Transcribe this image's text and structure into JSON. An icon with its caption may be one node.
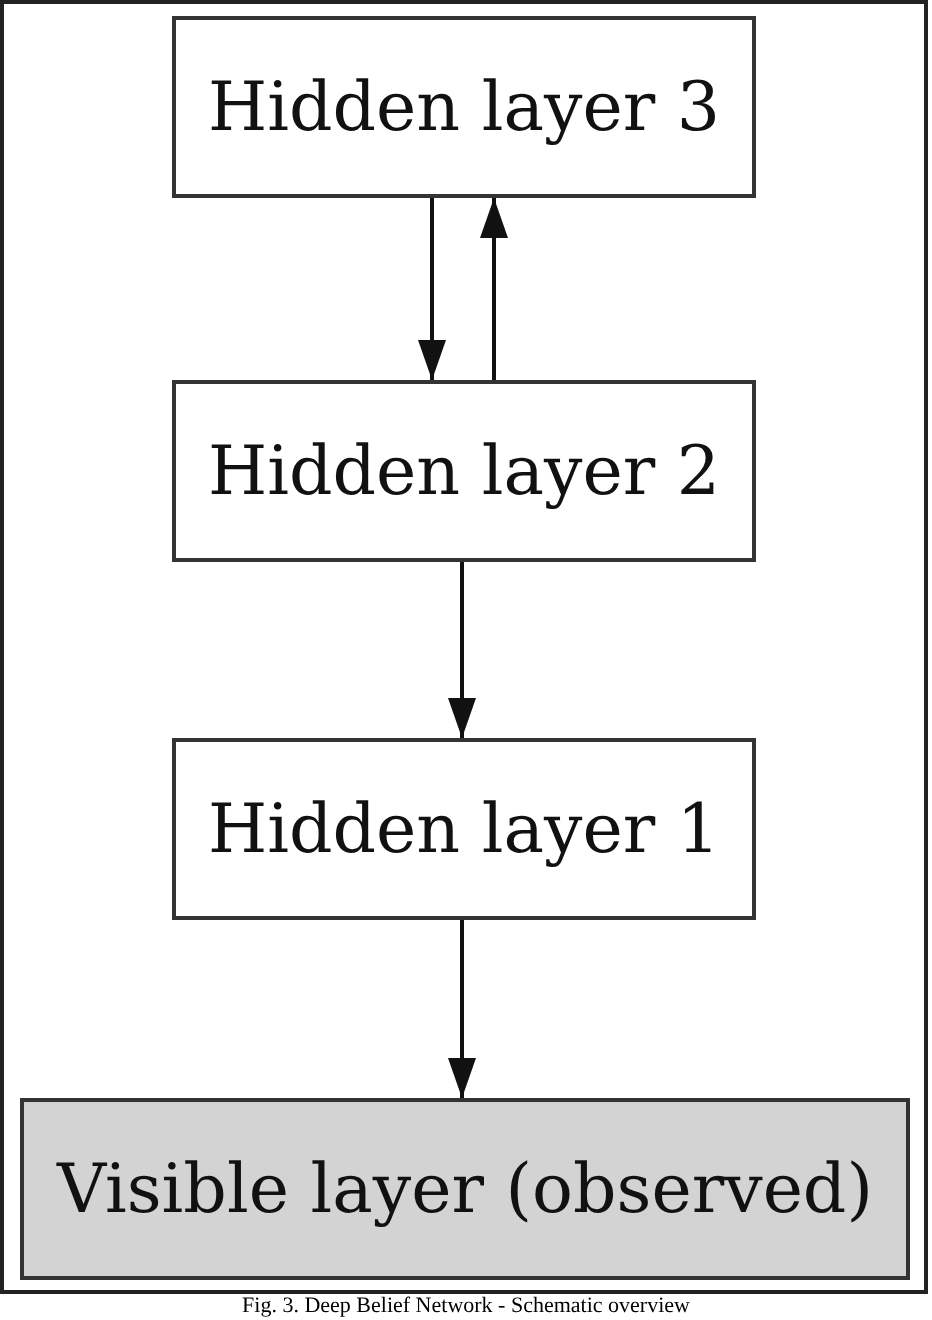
{
  "diagram": {
    "caption": "Fig. 3. Deep Belief Network - Schematic overview",
    "nodes": [
      {
        "text": [
          "Hidden layer 3"
        ]
      },
      {
        "text": [
          "Hidden layer 2"
        ]
      },
      {
        "text": [
          "Hidden layer 1"
        ]
      },
      {
        "text": [
          "Visible layer (observed)"
        ]
      }
    ],
    "edges": [
      {
        "from": 0,
        "to": 1,
        "arrow": "to"
      },
      {
        "from": 1,
        "to": 0,
        "arrow": "to"
      },
      {
        "from": 1,
        "to": 2,
        "arrow": "to"
      },
      {
        "from": 2,
        "to": 3,
        "arrow": "to"
      }
    ]
  }
}
